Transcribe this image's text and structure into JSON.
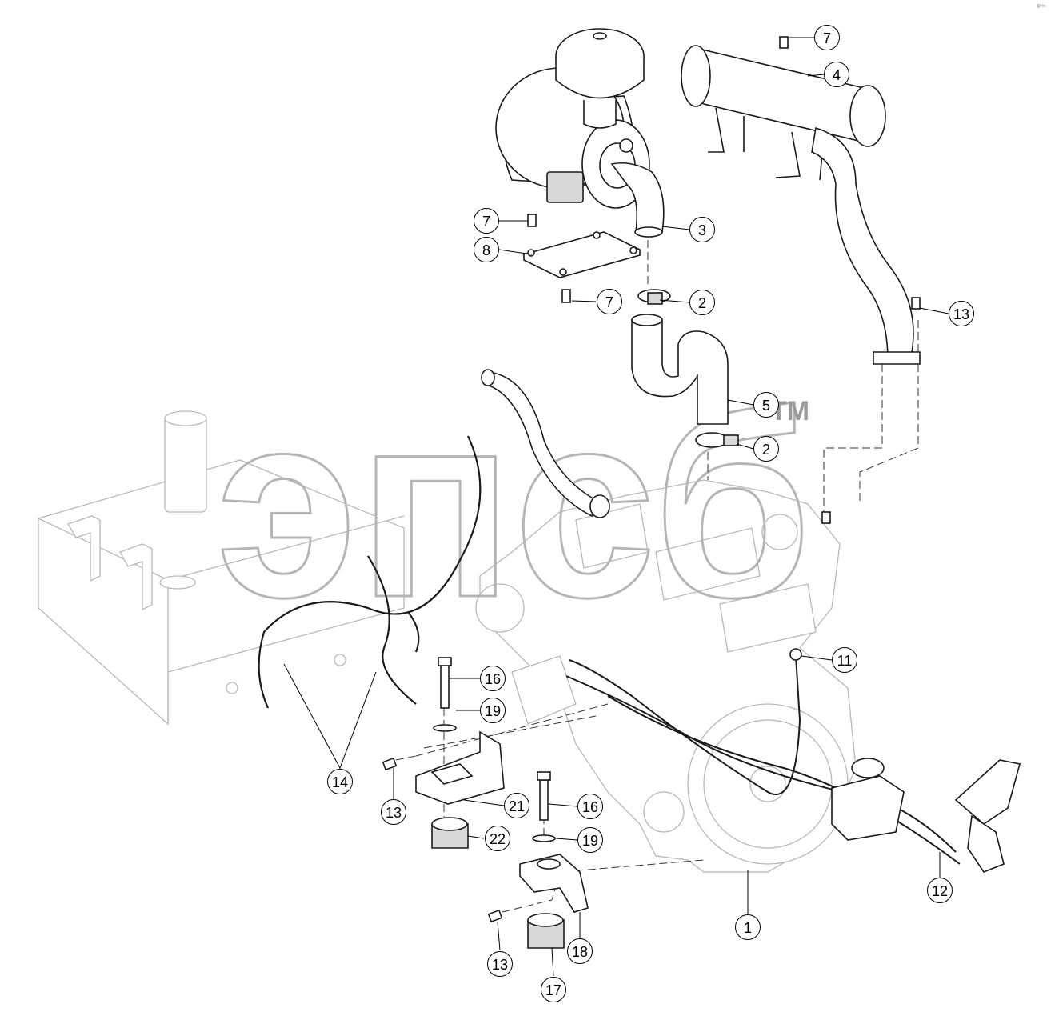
{
  "watermark": {
    "text": "эпсб",
    "tm": "TM"
  },
  "corner_mark": "©°ᵒᵒ",
  "callouts": [
    {
      "label": "7"
    },
    {
      "label": "4"
    },
    {
      "label": "3"
    },
    {
      "label": "7"
    },
    {
      "label": "8"
    },
    {
      "label": "7"
    },
    {
      "label": "2"
    },
    {
      "label": "13"
    },
    {
      "label": "5"
    },
    {
      "label": "2"
    },
    {
      "label": "11"
    },
    {
      "label": "16"
    },
    {
      "label": "19"
    },
    {
      "label": "14"
    },
    {
      "label": "13"
    },
    {
      "label": "21"
    },
    {
      "label": "16"
    },
    {
      "label": "22"
    },
    {
      "label": "19"
    },
    {
      "label": "12"
    },
    {
      "label": "1"
    },
    {
      "label": "18"
    },
    {
      "label": "13"
    },
    {
      "label": "17"
    }
  ],
  "colors": {
    "line": "#1a1a1a",
    "ghost": "#b8b8b8",
    "watermark": "#b5b5b5"
  }
}
